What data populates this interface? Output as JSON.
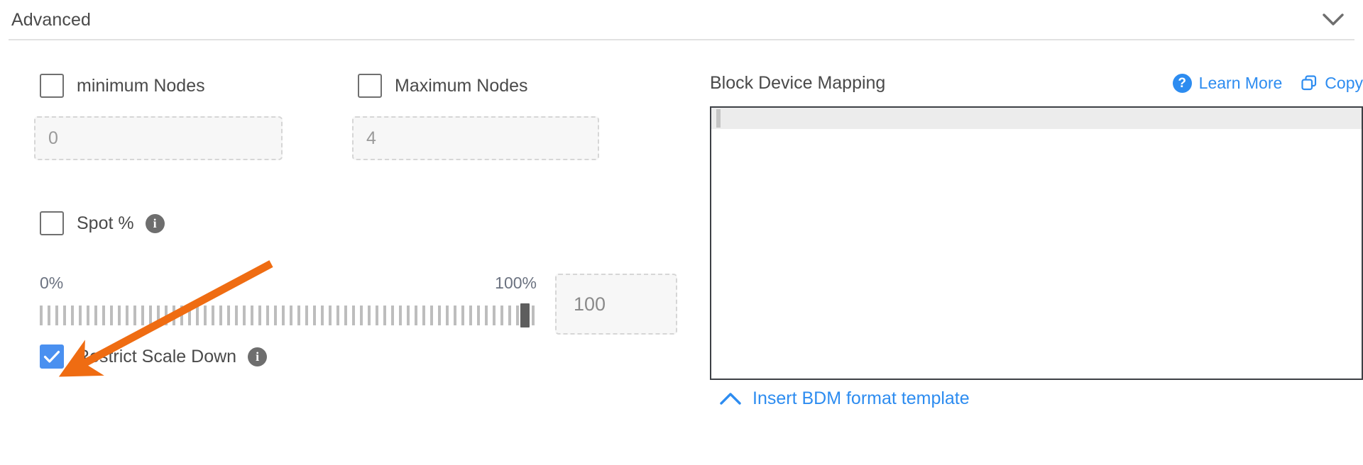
{
  "header": {
    "title": "Advanced",
    "collapse_icon": "chevron-down-icon"
  },
  "form": {
    "min_nodes": {
      "label": "minimum Nodes",
      "checked": false,
      "input_placeholder": "0",
      "input_value": ""
    },
    "max_nodes": {
      "label": "Maximum Nodes",
      "checked": false,
      "input_placeholder": "4",
      "input_value": ""
    },
    "spot_percent": {
      "label": "Spot %",
      "checked": false,
      "info_icon": "info-icon",
      "slider": {
        "min_label": "0%",
        "max_label": "100%",
        "min": 0,
        "max": 100,
        "value": 100,
        "value_box_text": "100"
      }
    },
    "restrict_scale_down": {
      "label": "Restrict Scale Down",
      "checked": true,
      "info_icon": "info-icon"
    }
  },
  "bdm": {
    "title": "Block Device Mapping",
    "learn_more": {
      "label": "Learn More",
      "icon": "question-circle-icon"
    },
    "copy": {
      "label": "Copy",
      "icon": "copy-icon"
    },
    "editor_content": "",
    "footer": {
      "label": "Insert BDM format template",
      "icon": "chevron-up-icon"
    }
  },
  "colors": {
    "accent_blue": "#2d8cf0",
    "checkbox_blue": "#4a90f0",
    "annotation_orange": "#ef6c12",
    "text": "#4a4a4a",
    "muted": "#9a9a9a"
  },
  "annotation": {
    "type": "arrow",
    "color": "#ef6c12",
    "points_to": "restrict-scale-down-checkbox"
  }
}
